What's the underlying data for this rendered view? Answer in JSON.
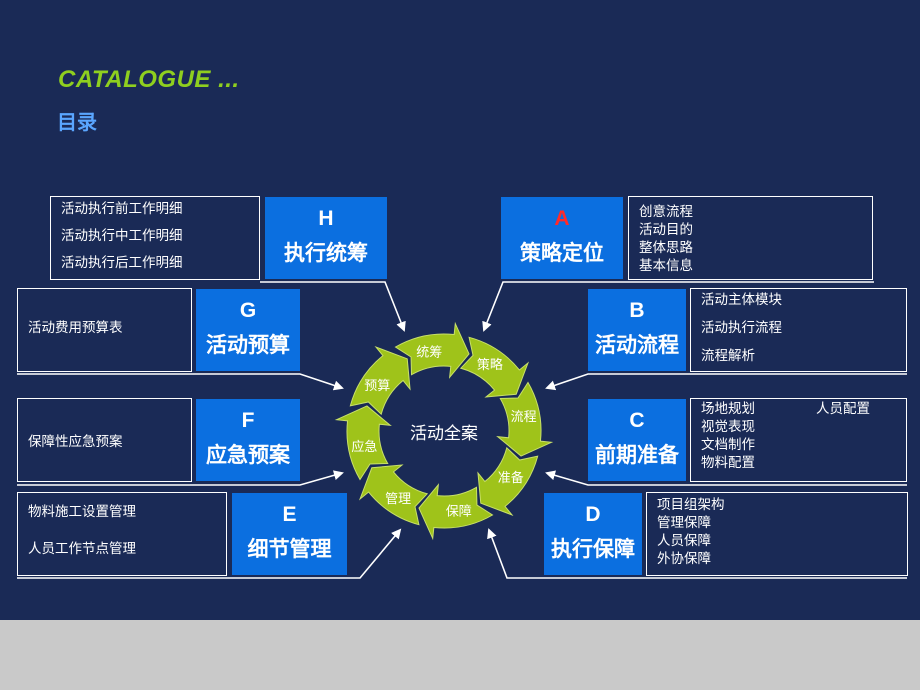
{
  "header": {
    "title_en": "CATALOGUE ...",
    "title_cn": "目录"
  },
  "center_label": "活动全案",
  "colors": {
    "background": "#1a2a56",
    "accent_green": "#8fcf1f",
    "title_blue": "#5aa6ff",
    "box_blue": "#0b6fe0",
    "letter_red": "#ff2a2a",
    "arrow_green": "#9fc31a"
  },
  "cycle_steps": [
    "统筹",
    "策略",
    "流程",
    "准备",
    "保障",
    "管理",
    "应急",
    "预算"
  ],
  "sections": {
    "a": {
      "letter": "A",
      "name": "策略定位",
      "items": [
        "创意流程",
        "活动目的",
        "整体思路",
        "基本信息"
      ]
    },
    "b": {
      "letter": "B",
      "name": "活动流程",
      "items": [
        "活动主体模块",
        "活动执行流程",
        "流程解析"
      ]
    },
    "c": {
      "letter": "C",
      "name": "前期准备",
      "items": [
        "场地规划",
        "人员配置",
        "视觉表现",
        "文档制作",
        "物料配置"
      ]
    },
    "d": {
      "letter": "D",
      "name": "执行保障",
      "items": [
        "项目组架构",
        "管理保障",
        "人员保障",
        "外协保障"
      ]
    },
    "e": {
      "letter": "E",
      "name": "细节管理",
      "items": [
        "物料施工设置管理",
        "人员工作节点管理"
      ]
    },
    "f": {
      "letter": "F",
      "name": "应急预案",
      "items": [
        "保障性应急预案"
      ]
    },
    "g": {
      "letter": "G",
      "name": "活动预算",
      "items": [
        "活动费用预算表"
      ]
    },
    "h": {
      "letter": "H",
      "name": "执行统筹",
      "items": [
        "活动执行前工作明细",
        "活动执行中工作明细",
        "活动执行后工作明细"
      ]
    }
  }
}
